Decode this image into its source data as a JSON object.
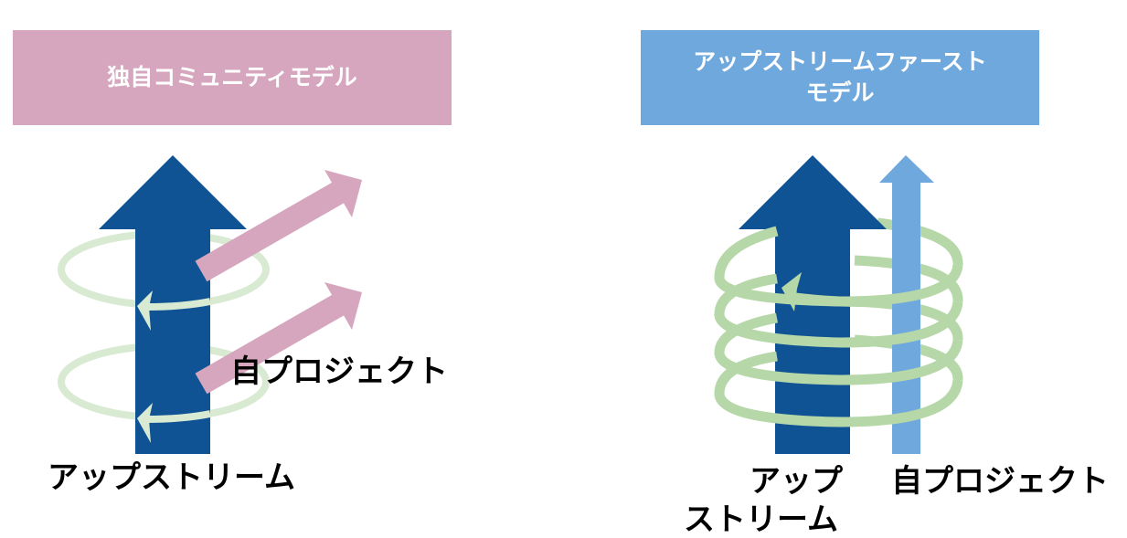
{
  "left_panel": {
    "title": "独自コミュニティモデル",
    "project_label": "自プロジェクト",
    "upstream_label": "アップストリーム"
  },
  "right_panel": {
    "title_line1": "アップストリームファースト",
    "title_line2": "モデル",
    "upstream_label_line1": "アップ",
    "upstream_label_line2": "ストリーム",
    "project_label": "自プロジェクト"
  },
  "colors": {
    "left_header": "#d5a6bd",
    "right_header": "#6fa8dc",
    "upstream_arrow": "#0f5394",
    "project_arrow_right": "#6fa8dc",
    "project_arrow_left": "#d5a6bd",
    "cycle_left": "#d9ead3",
    "cycle_right": "#b6d7a8"
  }
}
